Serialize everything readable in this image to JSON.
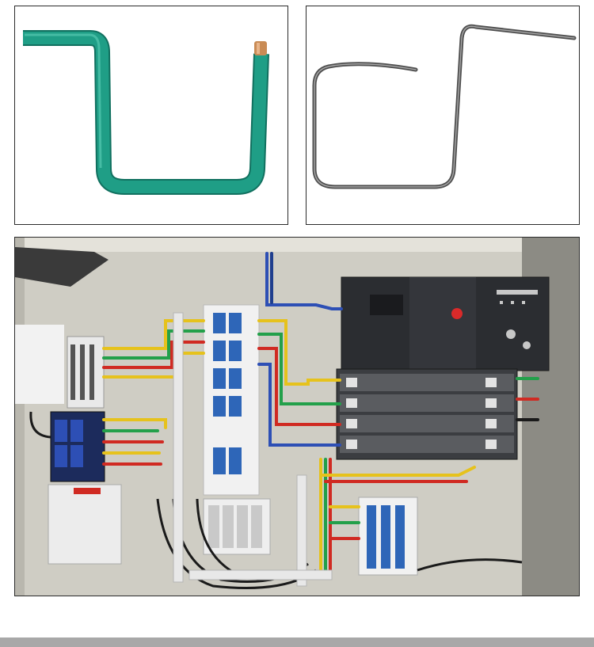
{
  "photos": [
    {
      "name": "green-insulated-bent-wire",
      "kind": "photo"
    },
    {
      "name": "bare-steel-bent-wire",
      "kind": "photo"
    },
    {
      "name": "electrical-distribution-cabinet",
      "kind": "photo"
    }
  ],
  "colors": {
    "green_wire": "#1f9e86",
    "steel_wire": "#6a6a6a",
    "copper": "#c98b55",
    "cabinet_bg": "#cfcdc4",
    "breaker_white": "#f1f1f1",
    "breaker_blue": "#2e66b8",
    "meter_black": "#2b2d31",
    "wire_yellow": "#e6c21c",
    "wire_red": "#d02a22",
    "wire_green": "#23a04a",
    "wire_blue": "#2d4fb5",
    "footer": "#a8a8a8"
  }
}
